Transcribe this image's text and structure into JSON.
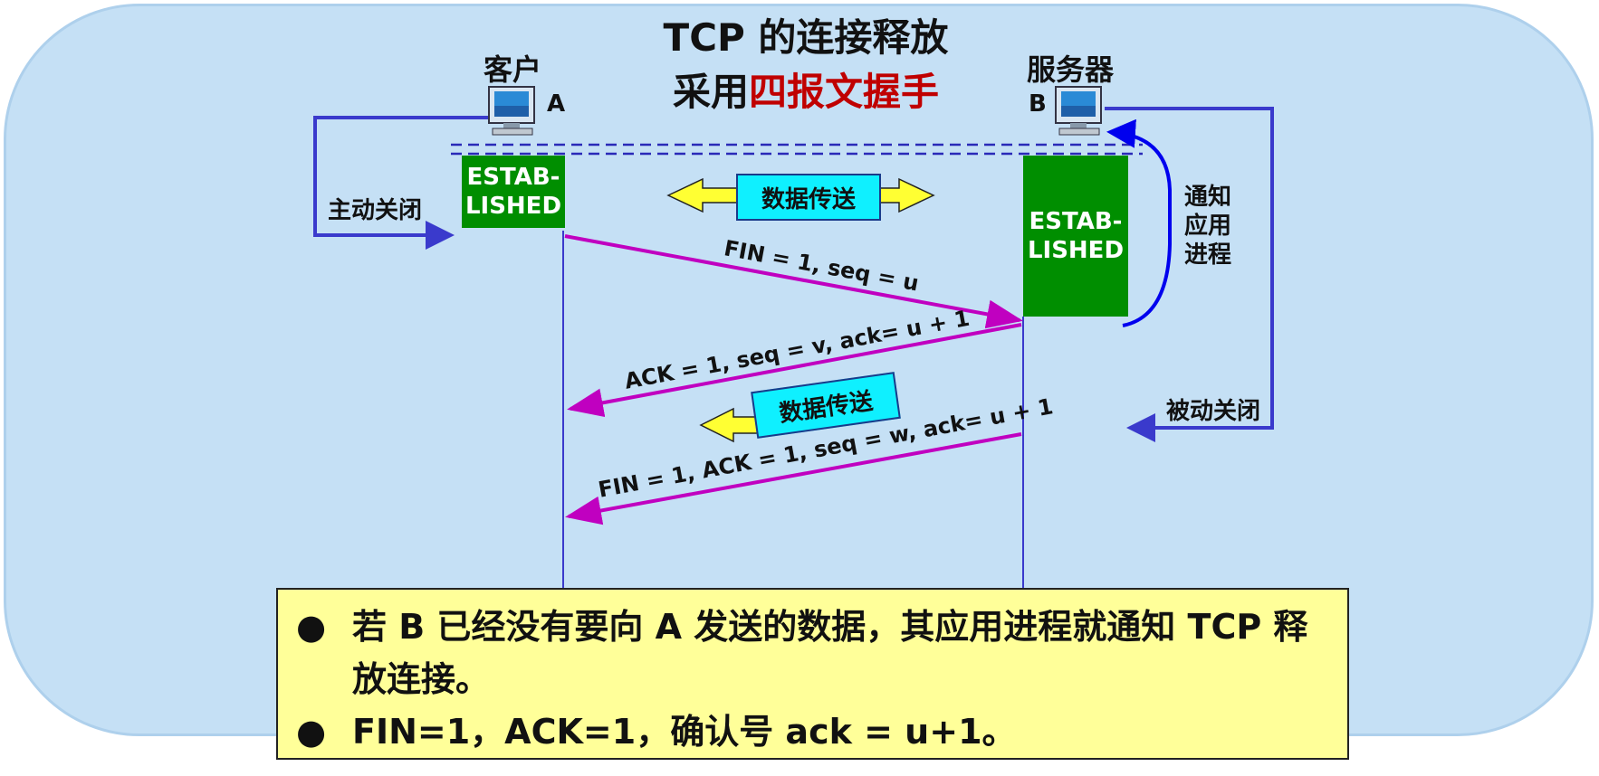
{
  "title": {
    "line1": "TCP 的连接释放",
    "line2_prefix": "采用",
    "line2_highlight": "四报文握手"
  },
  "client": {
    "role": "客户",
    "name": "A"
  },
  "server": {
    "role": "服务器",
    "name": "B"
  },
  "state_client": {
    "line1": "ESTAB-",
    "line2": "LISHED"
  },
  "state_server": {
    "line1": "ESTAB-",
    "line2": "LISHED"
  },
  "active_close": "主动关闭",
  "passive_close": "被动关闭",
  "notify_app": {
    "line1": "通知",
    "line2": "应用",
    "line3": "进程"
  },
  "data_transfer_1": "数据传送",
  "data_transfer_2": "数据传送",
  "messages": [
    {
      "text": "FIN = 1, seq = u",
      "from": "A",
      "to": "B"
    },
    {
      "text": "ACK = 1, seq = v, ack= u + 1",
      "from": "B",
      "to": "A"
    },
    {
      "text": "FIN = 1, ACK = 1, seq = w, ack= u + 1",
      "from": "B",
      "to": "A"
    }
  ],
  "notes": [
    "若 B 已经没有要向 A 发送的数据，其应用进程就通知 TCP 释放连接。",
    "FIN=1，ACK=1，确认号 ack = u+1。"
  ],
  "colors": {
    "panel": "#c5e0f5",
    "message_arrow": "#c000c0",
    "close_arrow": "#3a3acc",
    "state": "#008e00",
    "note": "#ffff99",
    "highlight": "#c00000"
  },
  "icons": [
    "computer-monitor-icon",
    "computer-monitor-icon"
  ]
}
